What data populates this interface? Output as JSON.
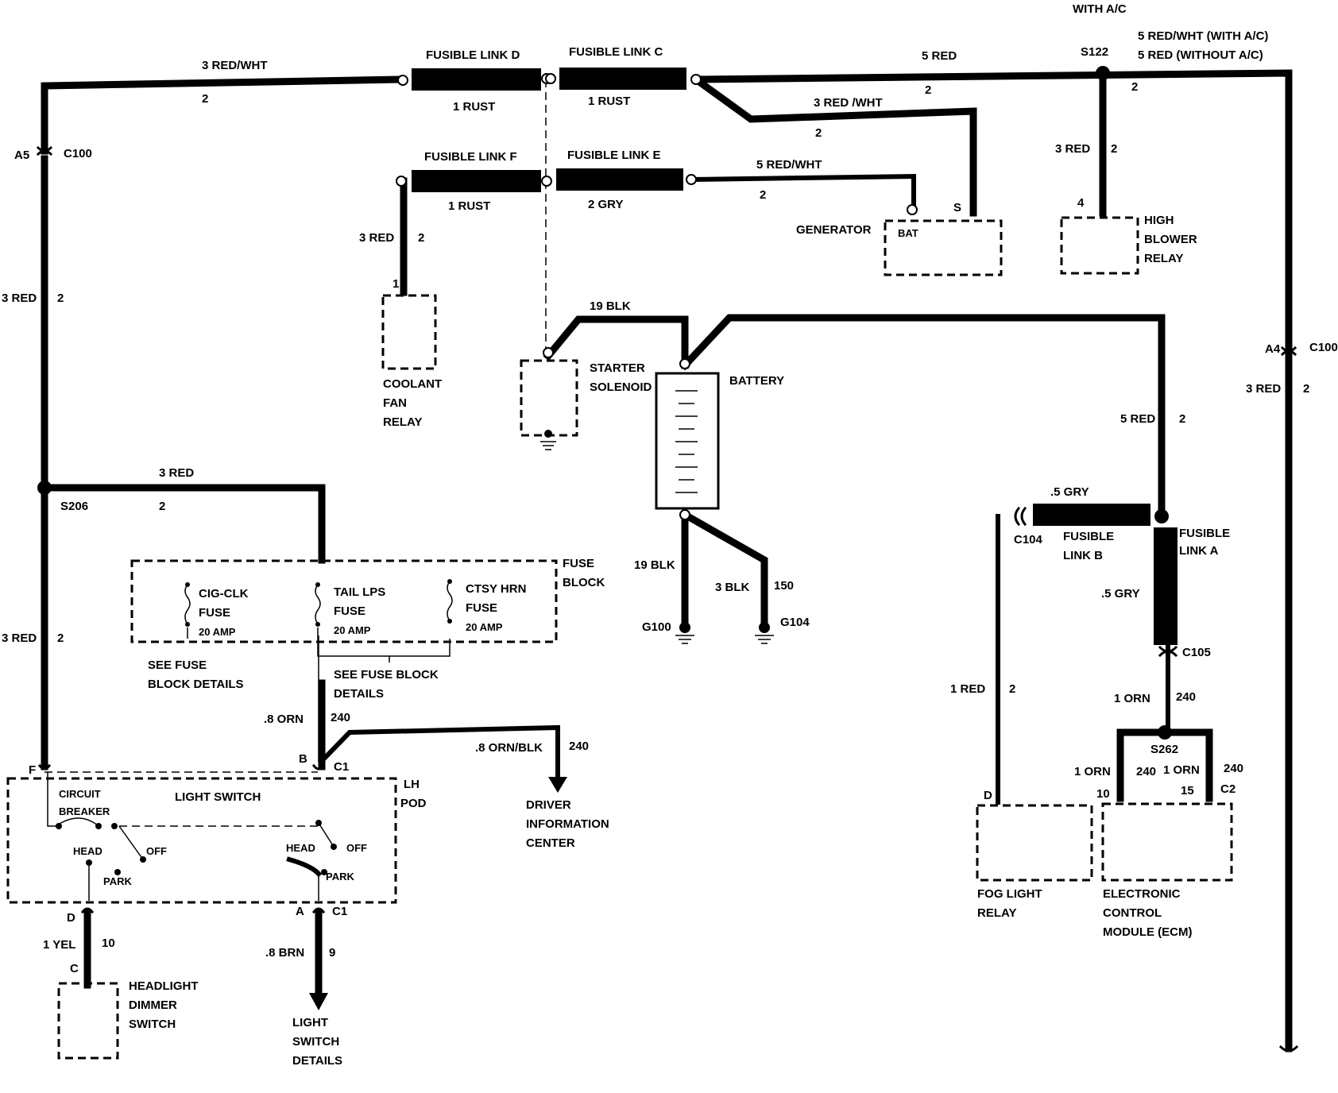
{
  "labels": {
    "with_ac_top": "WITH A/C",
    "red_wht_with_ac": "5 RED/WHT (WITH A/C)",
    "red_without_ac": "5 RED (WITHOUT A/C)",
    "wire_3_red_wht_top": "3 RED/WHT",
    "circ_2_top_left": "2",
    "fusible_link_d": "FUSIBLE LINK D",
    "fusible_link_c": "FUSIBLE LINK C",
    "rust_d": "1 RUST",
    "rust_c": "1 RUST",
    "wire_5_red": "5 RED",
    "circ_2_top_mid": "2",
    "s122": "S122",
    "circ_2_s122": "2",
    "wire_3_red_wht_mid": "3 RED /WHT",
    "circ_2_mid": "2",
    "a5": "A5",
    "c100_left": "C100",
    "fusible_link_f": "FUSIBLE LINK F",
    "fusible_link_e": "FUSIBLE LINK E",
    "rust_f": "1 RUST",
    "gry_e": "2 GRY",
    "wire_5_red_wht_gen": "5 RED/WHT",
    "circ_2_gen": "2",
    "wire_3_red_blower": "3 RED",
    "circ_2_blower": "2",
    "pin_4": "4",
    "high_blower_relay_1": "HIGH",
    "high_blower_relay_2": "BLOWER",
    "high_blower_relay_3": "RELAY",
    "wire_3_red_cool": "3 RED",
    "circ_2_cool": "2",
    "pin_1": "1",
    "pin_s": "S",
    "generator": "GENERATOR",
    "bat": "BAT",
    "wire_3_red_left1": "3 RED",
    "circ_2_left1": "2",
    "coolant_1": "COOLANT",
    "coolant_2": "FAN",
    "coolant_3": "RELAY",
    "wire_19_blk_top": "19 BLK",
    "starter_1": "STARTER",
    "starter_2": "SOLENOID",
    "battery": "BATTERY",
    "a4": "A4",
    "c100_right": "C100",
    "wire_3_red_right": "3 RED",
    "circ_2_right": "2",
    "wire_5_red_right": "5 RED",
    "circ_2_5red": "2",
    "wire_3_red_s206": "3 RED",
    "circ_2_s206": "2",
    "s206": "S206",
    "fuse_label_1": "FUSE",
    "fuse_label_2": "BLOCK",
    "cig_clk_1": "CIG-CLK",
    "cig_clk_2": "FUSE",
    "cig_clk_3": "20 AMP",
    "tail_lps_1": "TAIL LPS",
    "tail_lps_2": "FUSE",
    "tail_lps_3": "20 AMP",
    "ctsy_hrn_1": "CTSY HRN",
    "ctsy_hrn_2": "FUSE",
    "ctsy_hrn_3": "20 AMP",
    "wire_19_blk_bot": "19 BLK",
    "wire_3_blk": "3 BLK",
    "circ_150": "150",
    "g100": "G100",
    "g104": "G104",
    "wire_5_gry_top": ".5 GRY",
    "c104": "C104",
    "fusible_link_b_1": "FUSIBLE",
    "fusible_link_b_2": "LINK B",
    "fusible_link_a_1": "FUSIBLE",
    "fusible_link_a_2": "LINK A",
    "wire_5_gry_mid": ".5 GRY",
    "c105": "C105",
    "wire_3_red_left2": "3 RED",
    "circ_2_left2": "2",
    "see_fuse_1": "SEE FUSE",
    "see_fuse_2": "BLOCK DETAILS",
    "see_fuse_block_1": "SEE FUSE BLOCK",
    "see_fuse_block_2": "DETAILS",
    "wire_1_red": "1 RED",
    "circ_2_fog": "2",
    "wire_1_orn": "1 ORN",
    "circ_240_orn": "240",
    "wire_8_orn": ".8 ORN",
    "circ_240_8orn": "240",
    "wire_8_orn_blk": ".8 ORN/BLK",
    "circ_240_dic": "240",
    "s262": "S262",
    "pin_f": "F",
    "pin_b": "B",
    "c1_top": "C1",
    "lh_pod_1": "LH",
    "lh_pod_2": "POD",
    "circuit_breaker_1": "CIRCUIT",
    "circuit_breaker_2": "BREAKER",
    "light_switch": "LIGHT SWITCH",
    "head_l": "HEAD",
    "off_l": "OFF",
    "park_l": "PARK",
    "head_r": "HEAD",
    "off_r": "OFF",
    "park_r": "PARK",
    "dic_1": "DRIVER",
    "dic_2": "INFORMATION",
    "dic_3": "CENTER",
    "ecm_orn_l": "1 ORN",
    "ecm_240_a": "240",
    "ecm_orn_r": "1 ORN",
    "ecm_240_b": "240",
    "pin_10": "10",
    "pin_15": "15",
    "c2": "C2",
    "pin_d_fog": "D",
    "fog_1": "FOG LIGHT",
    "fog_2": "RELAY",
    "ecm_1": "ELECTRONIC",
    "ecm_2": "CONTROL",
    "ecm_3": "MODULE (ECM)",
    "pin_d": "D",
    "pin_a": "A",
    "c1_bot": "C1",
    "wire_1_yel": "1 YEL",
    "circ_10": "10",
    "wire_8_brn": ".8 BRN",
    "circ_9": "9",
    "pin_c": "C",
    "dimmer_1": "HEADLIGHT",
    "dimmer_2": "DIMMER",
    "dimmer_3": "SWITCH",
    "ls_details_1": "LIGHT",
    "ls_details_2": "SWITCH",
    "ls_details_3": "DETAILS"
  }
}
